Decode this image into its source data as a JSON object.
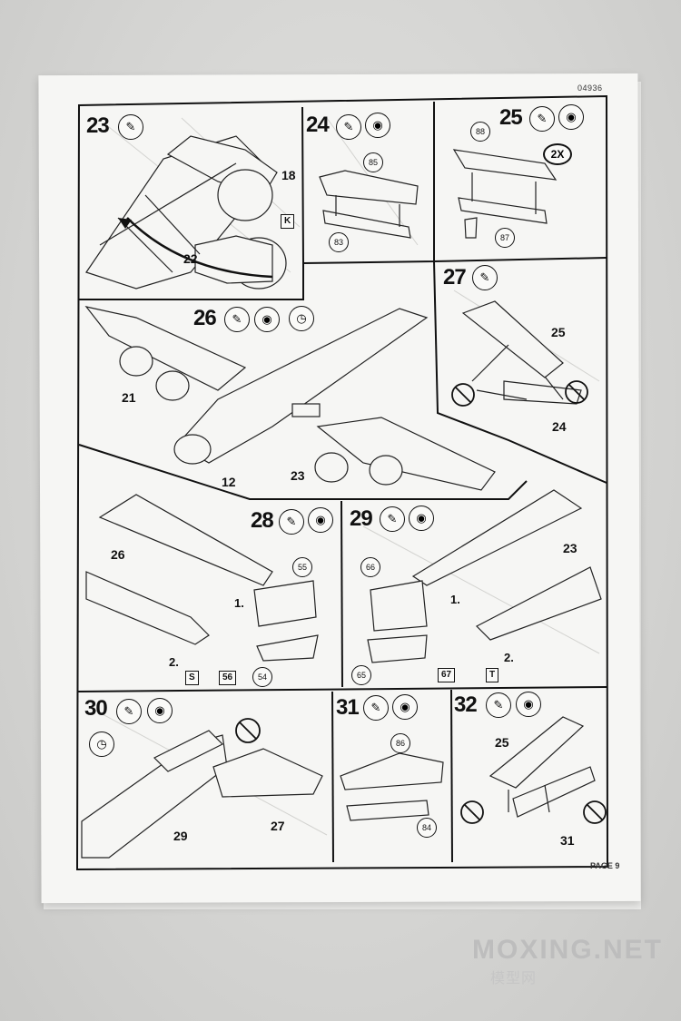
{
  "document": {
    "code": "04936",
    "page": "PAGE 9"
  },
  "watermark": {
    "brand": "MOXING.NET",
    "sub": "模型网"
  },
  "steps": [
    {
      "number": "23",
      "parts": [
        "18",
        "22"
      ],
      "markers": [
        "K"
      ]
    },
    {
      "number": "24",
      "parts": [
        "85",
        "83"
      ]
    },
    {
      "number": "25",
      "parts": [
        "88",
        "87"
      ],
      "quantity": "2X"
    },
    {
      "number": "26",
      "parts": [
        "21",
        "12",
        "23"
      ]
    },
    {
      "number": "27",
      "parts": [
        "25",
        "24"
      ]
    },
    {
      "number": "28",
      "parts": [
        "26",
        "55",
        "54",
        "56"
      ],
      "substeps": [
        "1.",
        "2."
      ],
      "markers": [
        "S"
      ]
    },
    {
      "number": "29",
      "parts": [
        "66",
        "23",
        "65",
        "67"
      ],
      "substeps": [
        "1.",
        "2."
      ],
      "markers": [
        "T"
      ]
    },
    {
      "number": "30",
      "parts": [
        "27",
        "29"
      ]
    },
    {
      "number": "31",
      "parts": [
        "86",
        "84"
      ]
    },
    {
      "number": "32",
      "parts": [
        "25",
        "31"
      ]
    }
  ]
}
